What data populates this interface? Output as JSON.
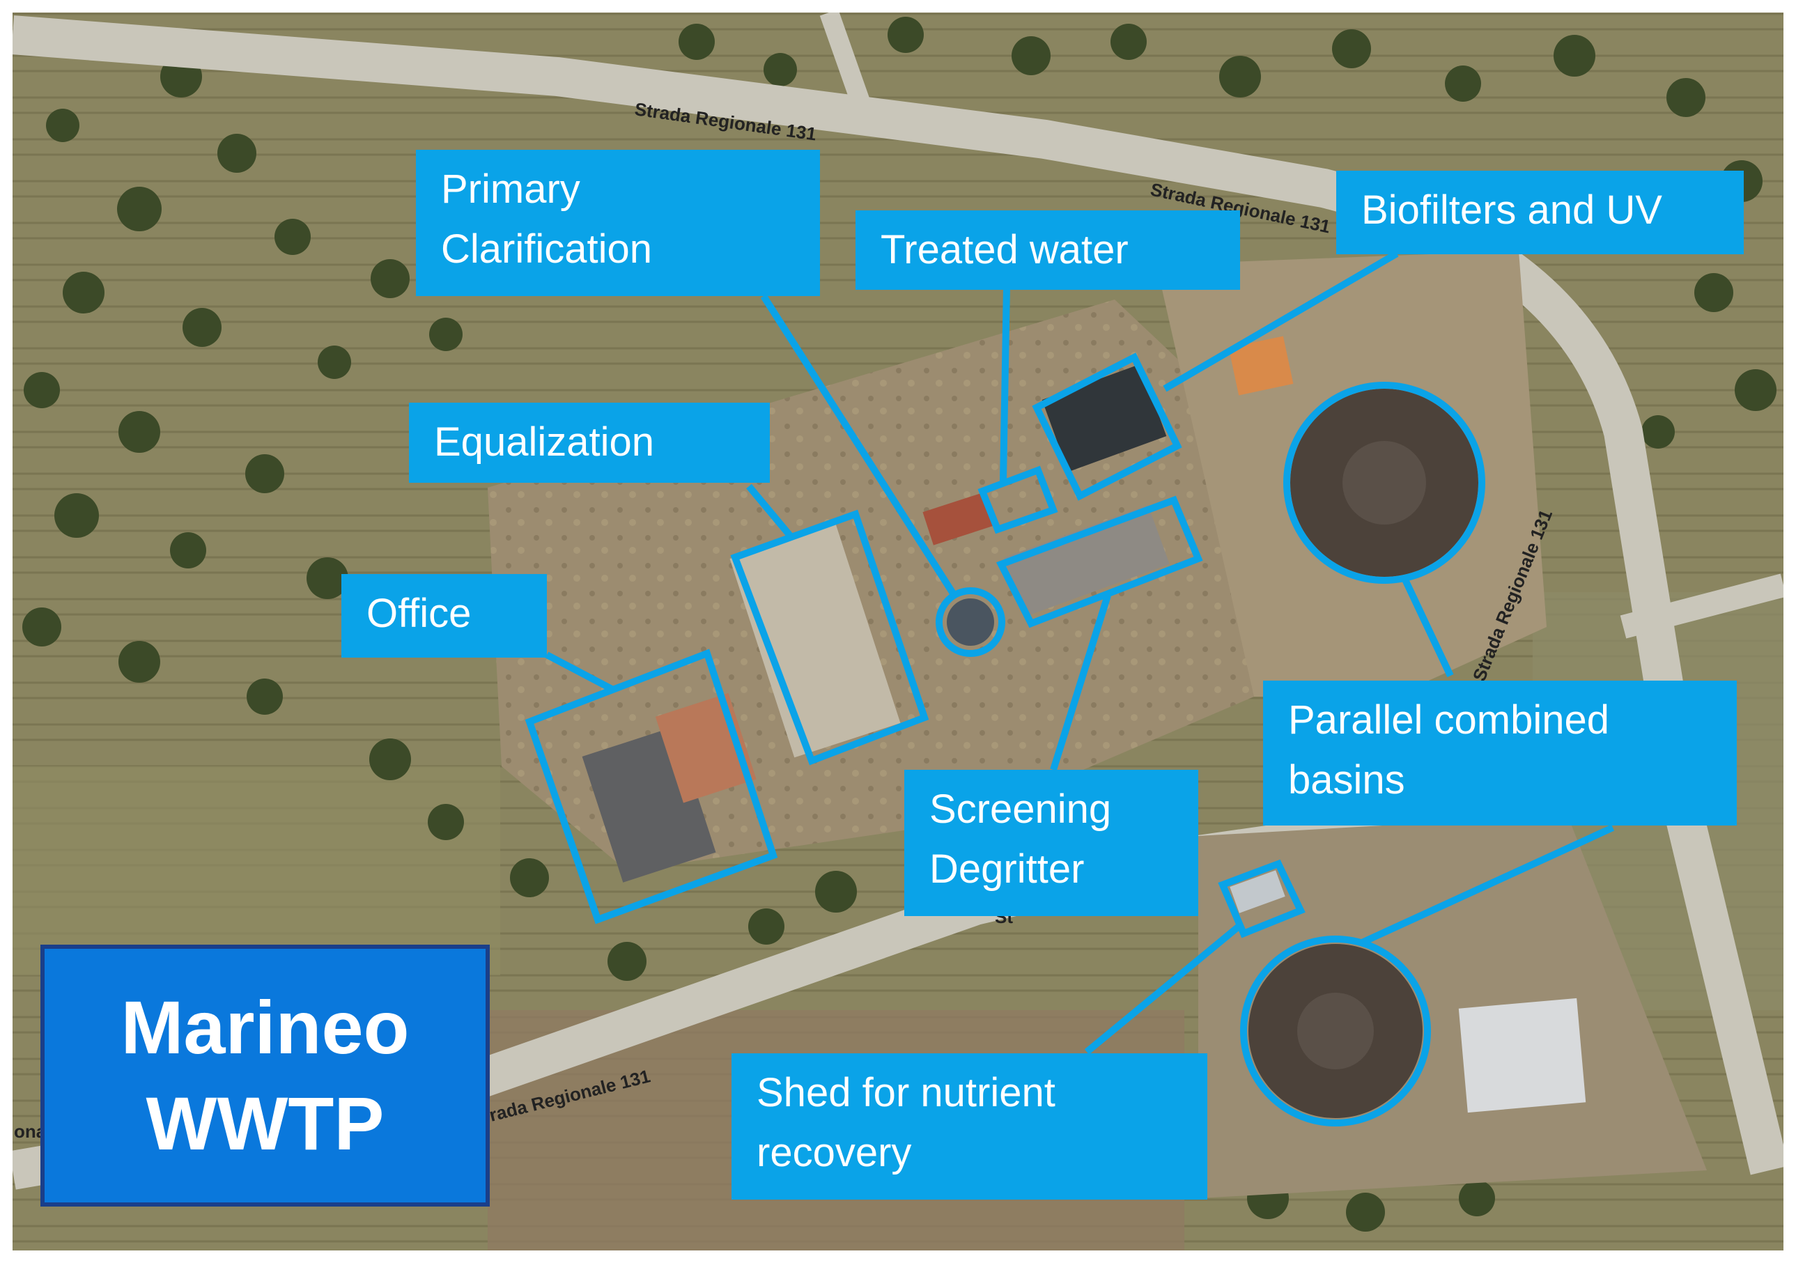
{
  "title": {
    "line1": "Marineo",
    "line2": "WWTP"
  },
  "road_labels": [
    "Strada Regionale 131",
    "Strada Regionale 131",
    "Strada Regionale 131",
    "rada Regionale 131",
    "ona",
    "St"
  ],
  "labels": {
    "primary_clarification": [
      "Primary",
      "Clarification"
    ],
    "treated_water": [
      "Treated water"
    ],
    "biofilters_uv": [
      "Biofilters and UV"
    ],
    "equalization": [
      "Equalization"
    ],
    "office": [
      "Office"
    ],
    "parallel_basins": [
      "Parallel combined",
      "basins"
    ],
    "screening_degritter": [
      "Screening",
      "Degritter"
    ],
    "shed_nutrient": [
      "Shed for nutrient",
      "recovery"
    ]
  },
  "colors": {
    "label_background": "#0aa3e8",
    "label_text": "#ffffff",
    "highlight": "#0aa3e8",
    "title_background": "#0a78dc",
    "title_border": "#1a3f8a"
  }
}
